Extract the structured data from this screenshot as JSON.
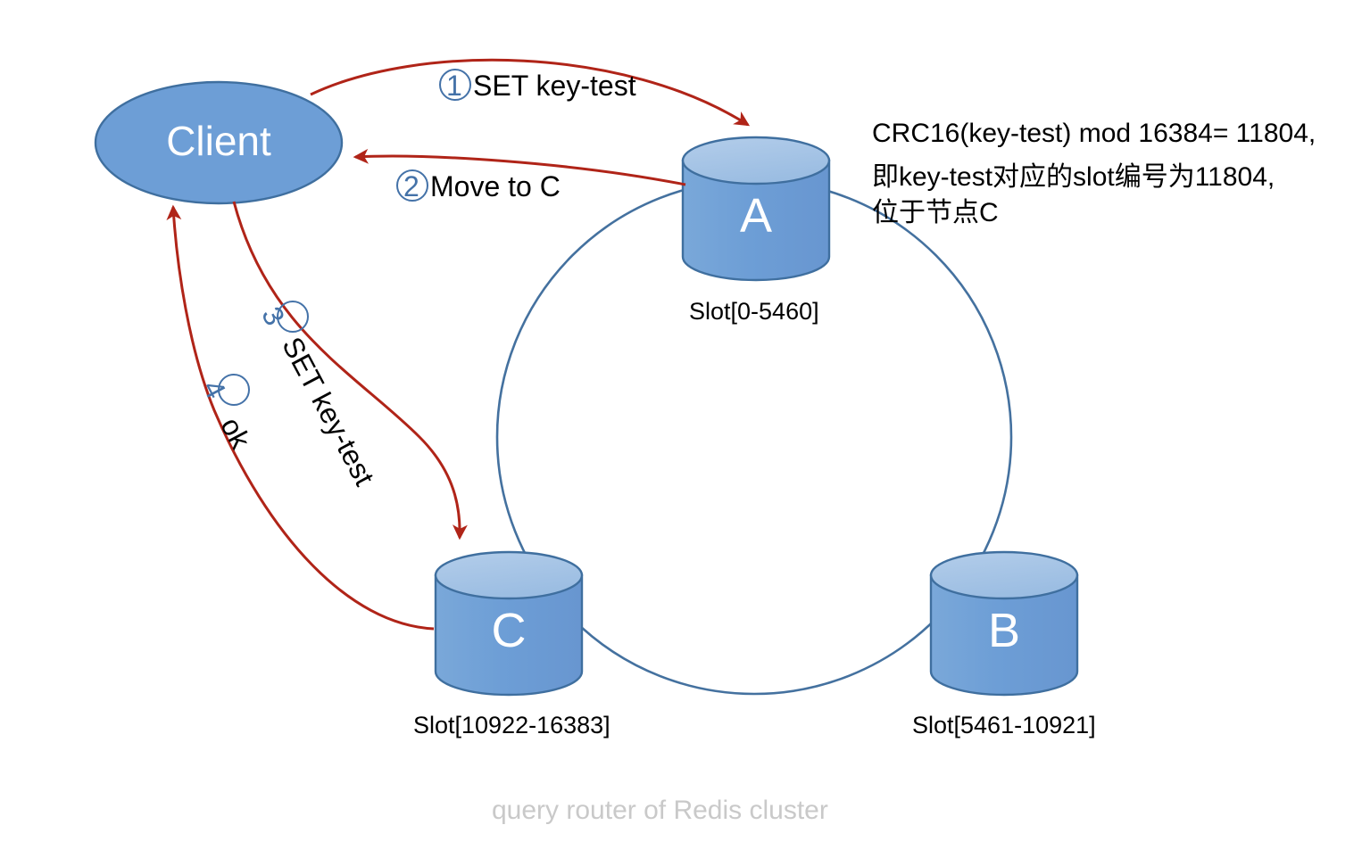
{
  "diagram": {
    "caption": "query router of Redis cluster",
    "client": {
      "label": "Client"
    },
    "nodes": [
      {
        "id": "A",
        "letter": "A",
        "slot_label": "Slot[0-5460]"
      },
      {
        "id": "B",
        "letter": "B",
        "slot_label": "Slot[5461-10921]"
      },
      {
        "id": "C",
        "letter": "C",
        "slot_label": "Slot[10922-16383]"
      }
    ],
    "steps": [
      {
        "number": "1",
        "marker": "①",
        "label": "SET key-test"
      },
      {
        "number": "2",
        "marker": "②",
        "label": "Move to C"
      },
      {
        "number": "3",
        "marker": "③",
        "label": "SET key-test"
      },
      {
        "number": "4",
        "marker": "④",
        "label": "ok"
      }
    ],
    "note": {
      "lines": [
        "CRC16(key-test) mod 16384= 11804,",
        "即key-test对应的slot编号为11804,",
        "位于节点C"
      ]
    },
    "colors": {
      "node_body": "#6d9ed6",
      "node_top": "#a3c2e5",
      "node_stroke": "#3f6f9f",
      "arrow": "#b02418",
      "ring": "#44719f",
      "step_circle": "#4472a8",
      "caption": "#c9c9c9"
    }
  }
}
